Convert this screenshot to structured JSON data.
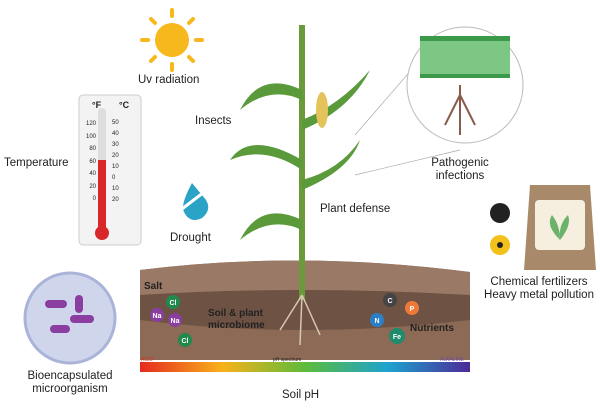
{
  "labels": {
    "uv": "Uv radiation",
    "insects": "Insects",
    "temperature": "Temperature",
    "drought": "Drought",
    "plant_defense": "Plant defense",
    "pathogenic": "Pathogenic",
    "infections": "infections",
    "fertilizers": "Chemical fertilizers",
    "heavy_metal": "Heavy metal pollution",
    "bioencapsulated": "Bioencapsulated",
    "microorganism": "microorganism",
    "salt": "Salt",
    "microbiome1": "Soil & plant",
    "microbiome2": "microbiome",
    "nutrients": "Nutrients",
    "ph_spectrum": "pH spectrum",
    "acid": "ACID",
    "alkaline": "ALKALINE",
    "soil_ph": "Soil pH"
  },
  "thermometer": {
    "f_unit": "°F",
    "c_unit": "°C",
    "f_ticks": [
      "120",
      "100",
      "80",
      "60",
      "40",
      "20",
      "0"
    ],
    "c_ticks": [
      "50",
      "40",
      "30",
      "20",
      "10",
      "0",
      "10",
      "20"
    ]
  },
  "ions": {
    "salt": [
      "Cl",
      "Na",
      "Na",
      "Cl"
    ],
    "nutrients": [
      "C",
      "P",
      "N",
      "Fe"
    ]
  },
  "colors": {
    "soil_top": "#9a7a66",
    "soil_mid": "#6e5244",
    "soil_low": "#8c6a55",
    "sun": "#f6b81c",
    "thermo_red": "#d9262b",
    "drought": "#2aa3c6"
  }
}
